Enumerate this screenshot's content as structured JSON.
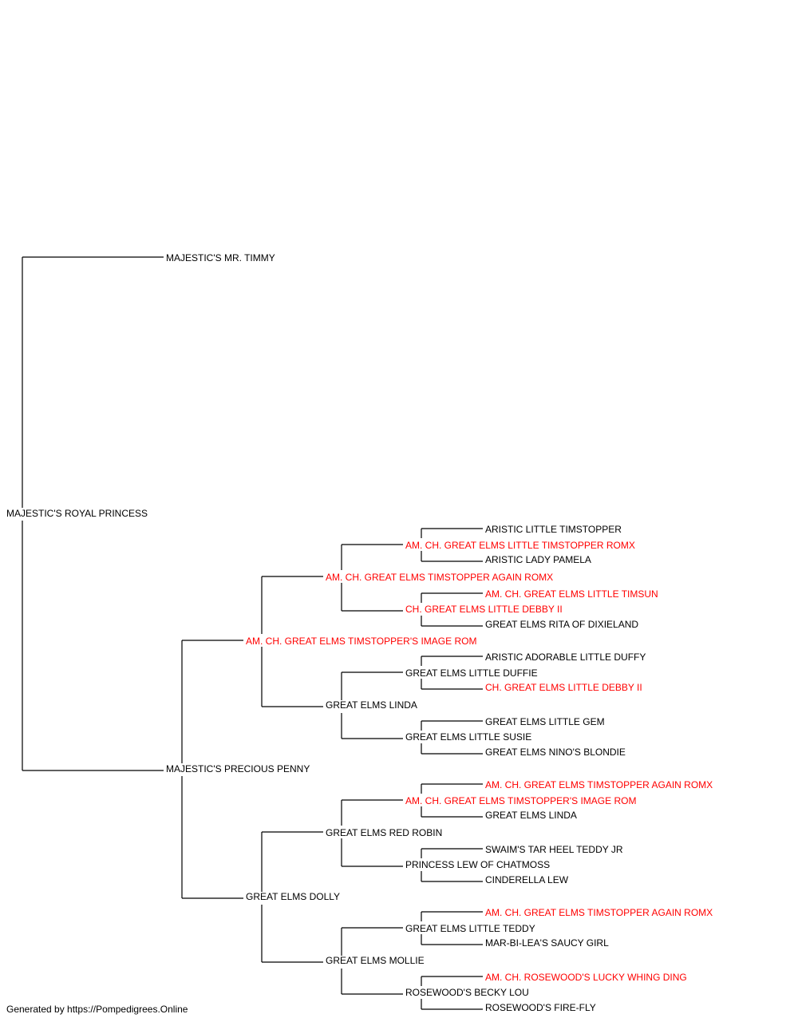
{
  "pedigree": {
    "subject": {
      "name": "MAJESTIC'S ROYAL PRINCESS",
      "champion": false
    },
    "sire": {
      "name": "MAJESTIC'S MR. TIMMY",
      "champion": false
    },
    "dam": {
      "name": "MAJESTIC'S PRECIOUS PENNY",
      "champion": false,
      "sire": {
        "name": "AM. CH. GREAT ELMS TIMSTOPPER'S IMAGE ROM",
        "champion": true,
        "sire": {
          "name": "AM. CH. GREAT ELMS TIMSTOPPER AGAIN ROMX",
          "champion": true,
          "sire": {
            "name": "AM. CH. GREAT ELMS LITTLE TIMSTOPPER ROMX",
            "champion": true,
            "sire": {
              "name": "ARISTIC LITTLE TIMSTOPPER",
              "champion": false
            },
            "dam": {
              "name": "ARISTIC LADY PAMELA",
              "champion": false
            }
          },
          "dam": {
            "name": "CH. GREAT ELMS LITTLE DEBBY II",
            "champion": true,
            "sire": {
              "name": "AM. CH. GREAT ELMS LITTLE TIMSUN",
              "champion": true
            },
            "dam": {
              "name": "GREAT ELMS RITA OF DIXIELAND",
              "champion": false
            }
          }
        },
        "dam": {
          "name": "GREAT ELMS LINDA",
          "champion": false,
          "sire": {
            "name": "GREAT ELMS LITTLE DUFFIE",
            "champion": false,
            "sire": {
              "name": "ARISTIC ADORABLE LITTLE DUFFY",
              "champion": false
            },
            "dam": {
              "name": "CH. GREAT ELMS LITTLE DEBBY II",
              "champion": true
            }
          },
          "dam": {
            "name": "GREAT ELMS LITTLE SUSIE",
            "champion": false,
            "sire": {
              "name": "GREAT ELMS LITTLE GEM",
              "champion": false
            },
            "dam": {
              "name": "GREAT ELMS NINO'S BLONDIE",
              "champion": false
            }
          }
        }
      },
      "dam": {
        "name": "GREAT ELMS DOLLY",
        "champion": false,
        "sire": {
          "name": "GREAT ELMS RED ROBIN",
          "champion": false,
          "sire": {
            "name": "AM. CH. GREAT ELMS TIMSTOPPER'S IMAGE ROM",
            "champion": true,
            "sire": {
              "name": "AM. CH. GREAT ELMS TIMSTOPPER AGAIN ROMX",
              "champion": true
            },
            "dam": {
              "name": "GREAT ELMS LINDA",
              "champion": false
            }
          },
          "dam": {
            "name": "PRINCESS LEW OF CHATMOSS",
            "champion": false,
            "sire": {
              "name": "SWAIM'S TAR HEEL TEDDY JR",
              "champion": false
            },
            "dam": {
              "name": "CINDERELLA LEW",
              "champion": false
            }
          }
        },
        "dam": {
          "name": "GREAT ELMS MOLLIE",
          "champion": false,
          "sire": {
            "name": "GREAT ELMS LITTLE TEDDY",
            "champion": false,
            "sire": {
              "name": "AM. CH. GREAT ELMS TIMSTOPPER AGAIN ROMX",
              "champion": true
            },
            "dam": {
              "name": "MAR-BI-LEA'S SAUCY GIRL",
              "champion": false
            }
          },
          "dam": {
            "name": "ROSEWOOD'S BECKY LOU",
            "champion": false,
            "sire": {
              "name": "AM. CH. ROSEWOOD'S LUCKY WHING DING",
              "champion": true
            },
            "dam": {
              "name": "ROSEWOOD'S FIRE-FLY",
              "champion": false
            }
          }
        }
      }
    }
  },
  "colors": {
    "line": "#000000",
    "text": "#000000",
    "champion_text": "#ff0000",
    "background": "#ffffff"
  },
  "footer": "Generated by https://Pompedigrees.Online"
}
